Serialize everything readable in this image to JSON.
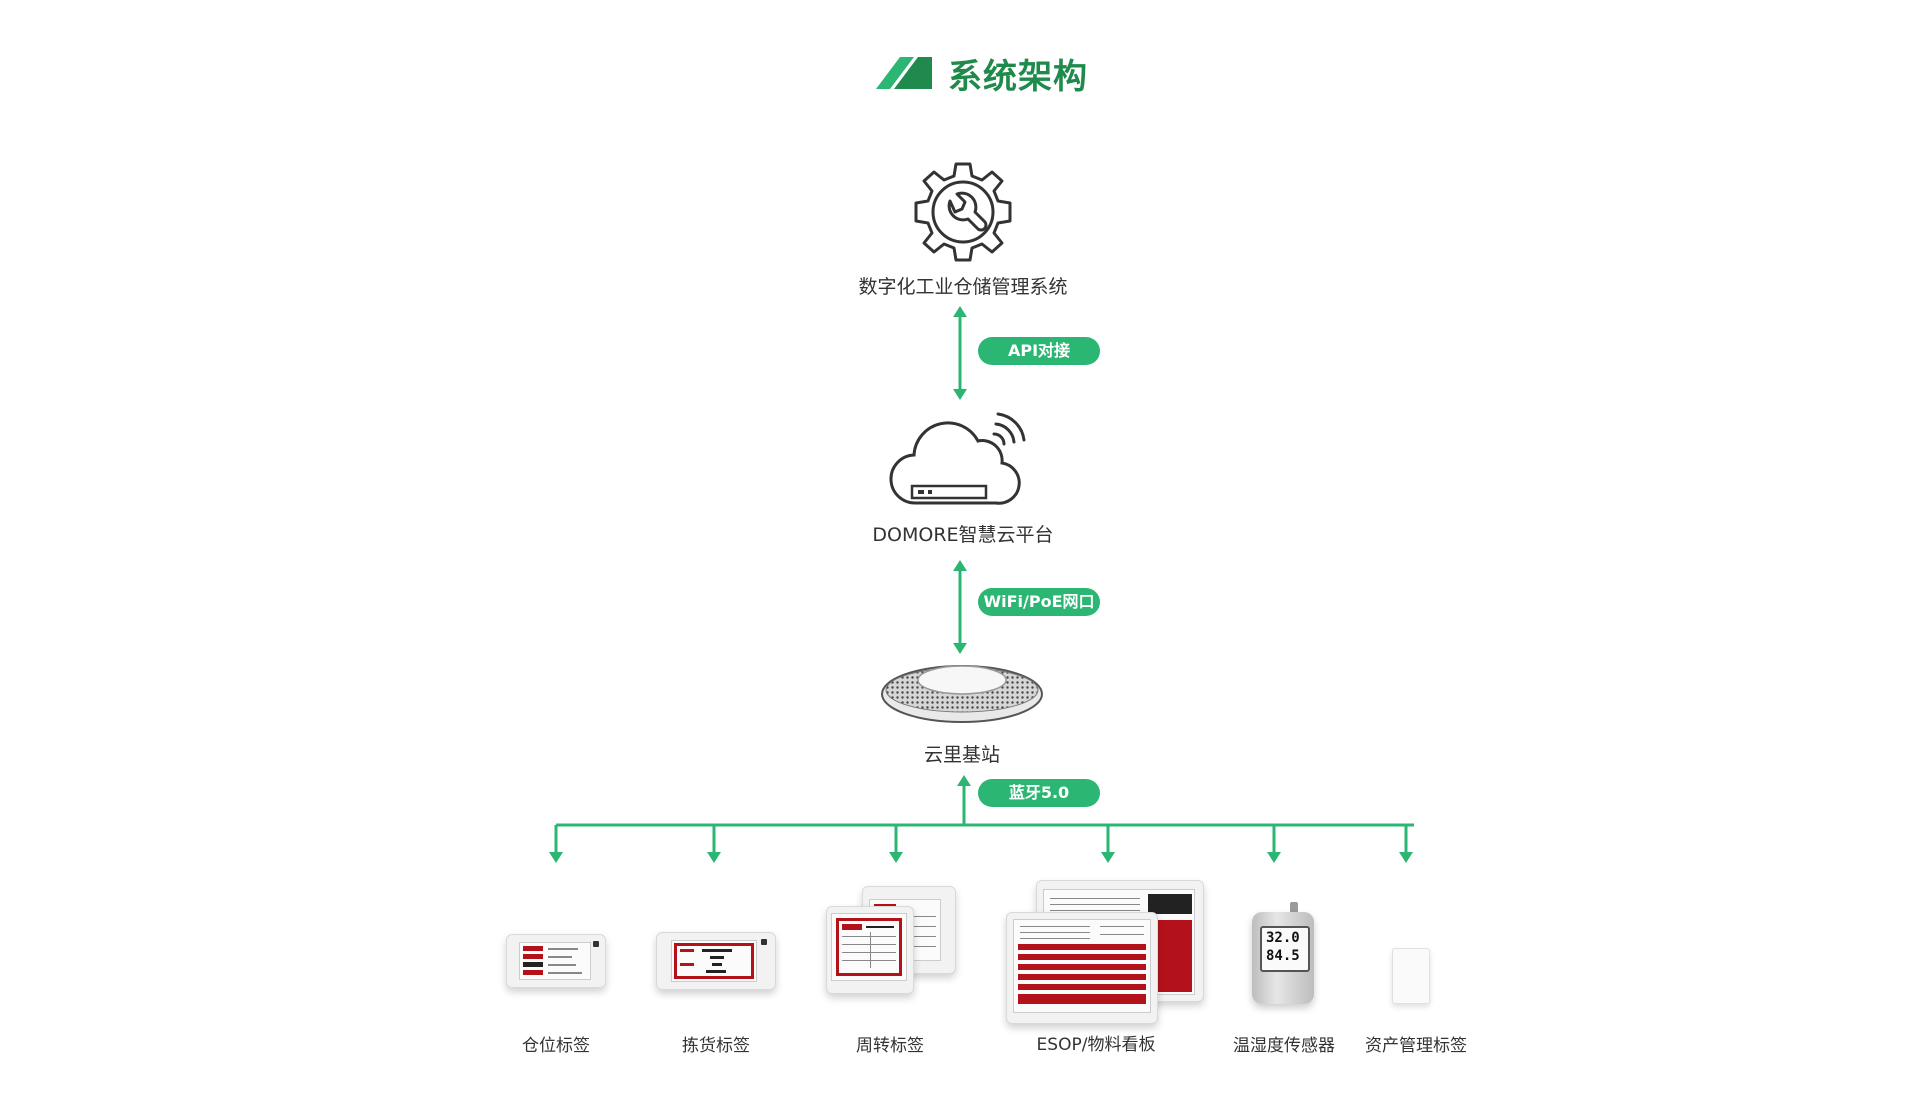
{
  "header": {
    "title": "系统架构",
    "logo_icon": "green-parallelogram-logo-icon"
  },
  "nodes": {
    "system": {
      "label": "数字化工业仓储管理系统",
      "icon": "gear-wrench-icon"
    },
    "cloud": {
      "label": "DOMORE智慧云平台",
      "icon": "cloud-server-wifi-icon"
    },
    "base": {
      "label": "云里基站",
      "icon": "base-station-icon"
    }
  },
  "connectors": {
    "api": "API对接",
    "wifi": "WiFi/PoE网口",
    "bluetooth": "蓝牙5.0"
  },
  "devices": [
    {
      "label": "仓位标签"
    },
    {
      "label": "拣货标签"
    },
    {
      "label": "周转标签"
    },
    {
      "label": "ESOP/物料看板"
    },
    {
      "label": "温湿度传感器"
    },
    {
      "label": "资产管理标签"
    }
  ],
  "sensor_readings": {
    "temp": "32.0",
    "hum": "84.5"
  },
  "colors": {
    "accent": "#2bb673",
    "title_green": "#1f8a4c",
    "tag_red": "#b3121a"
  }
}
